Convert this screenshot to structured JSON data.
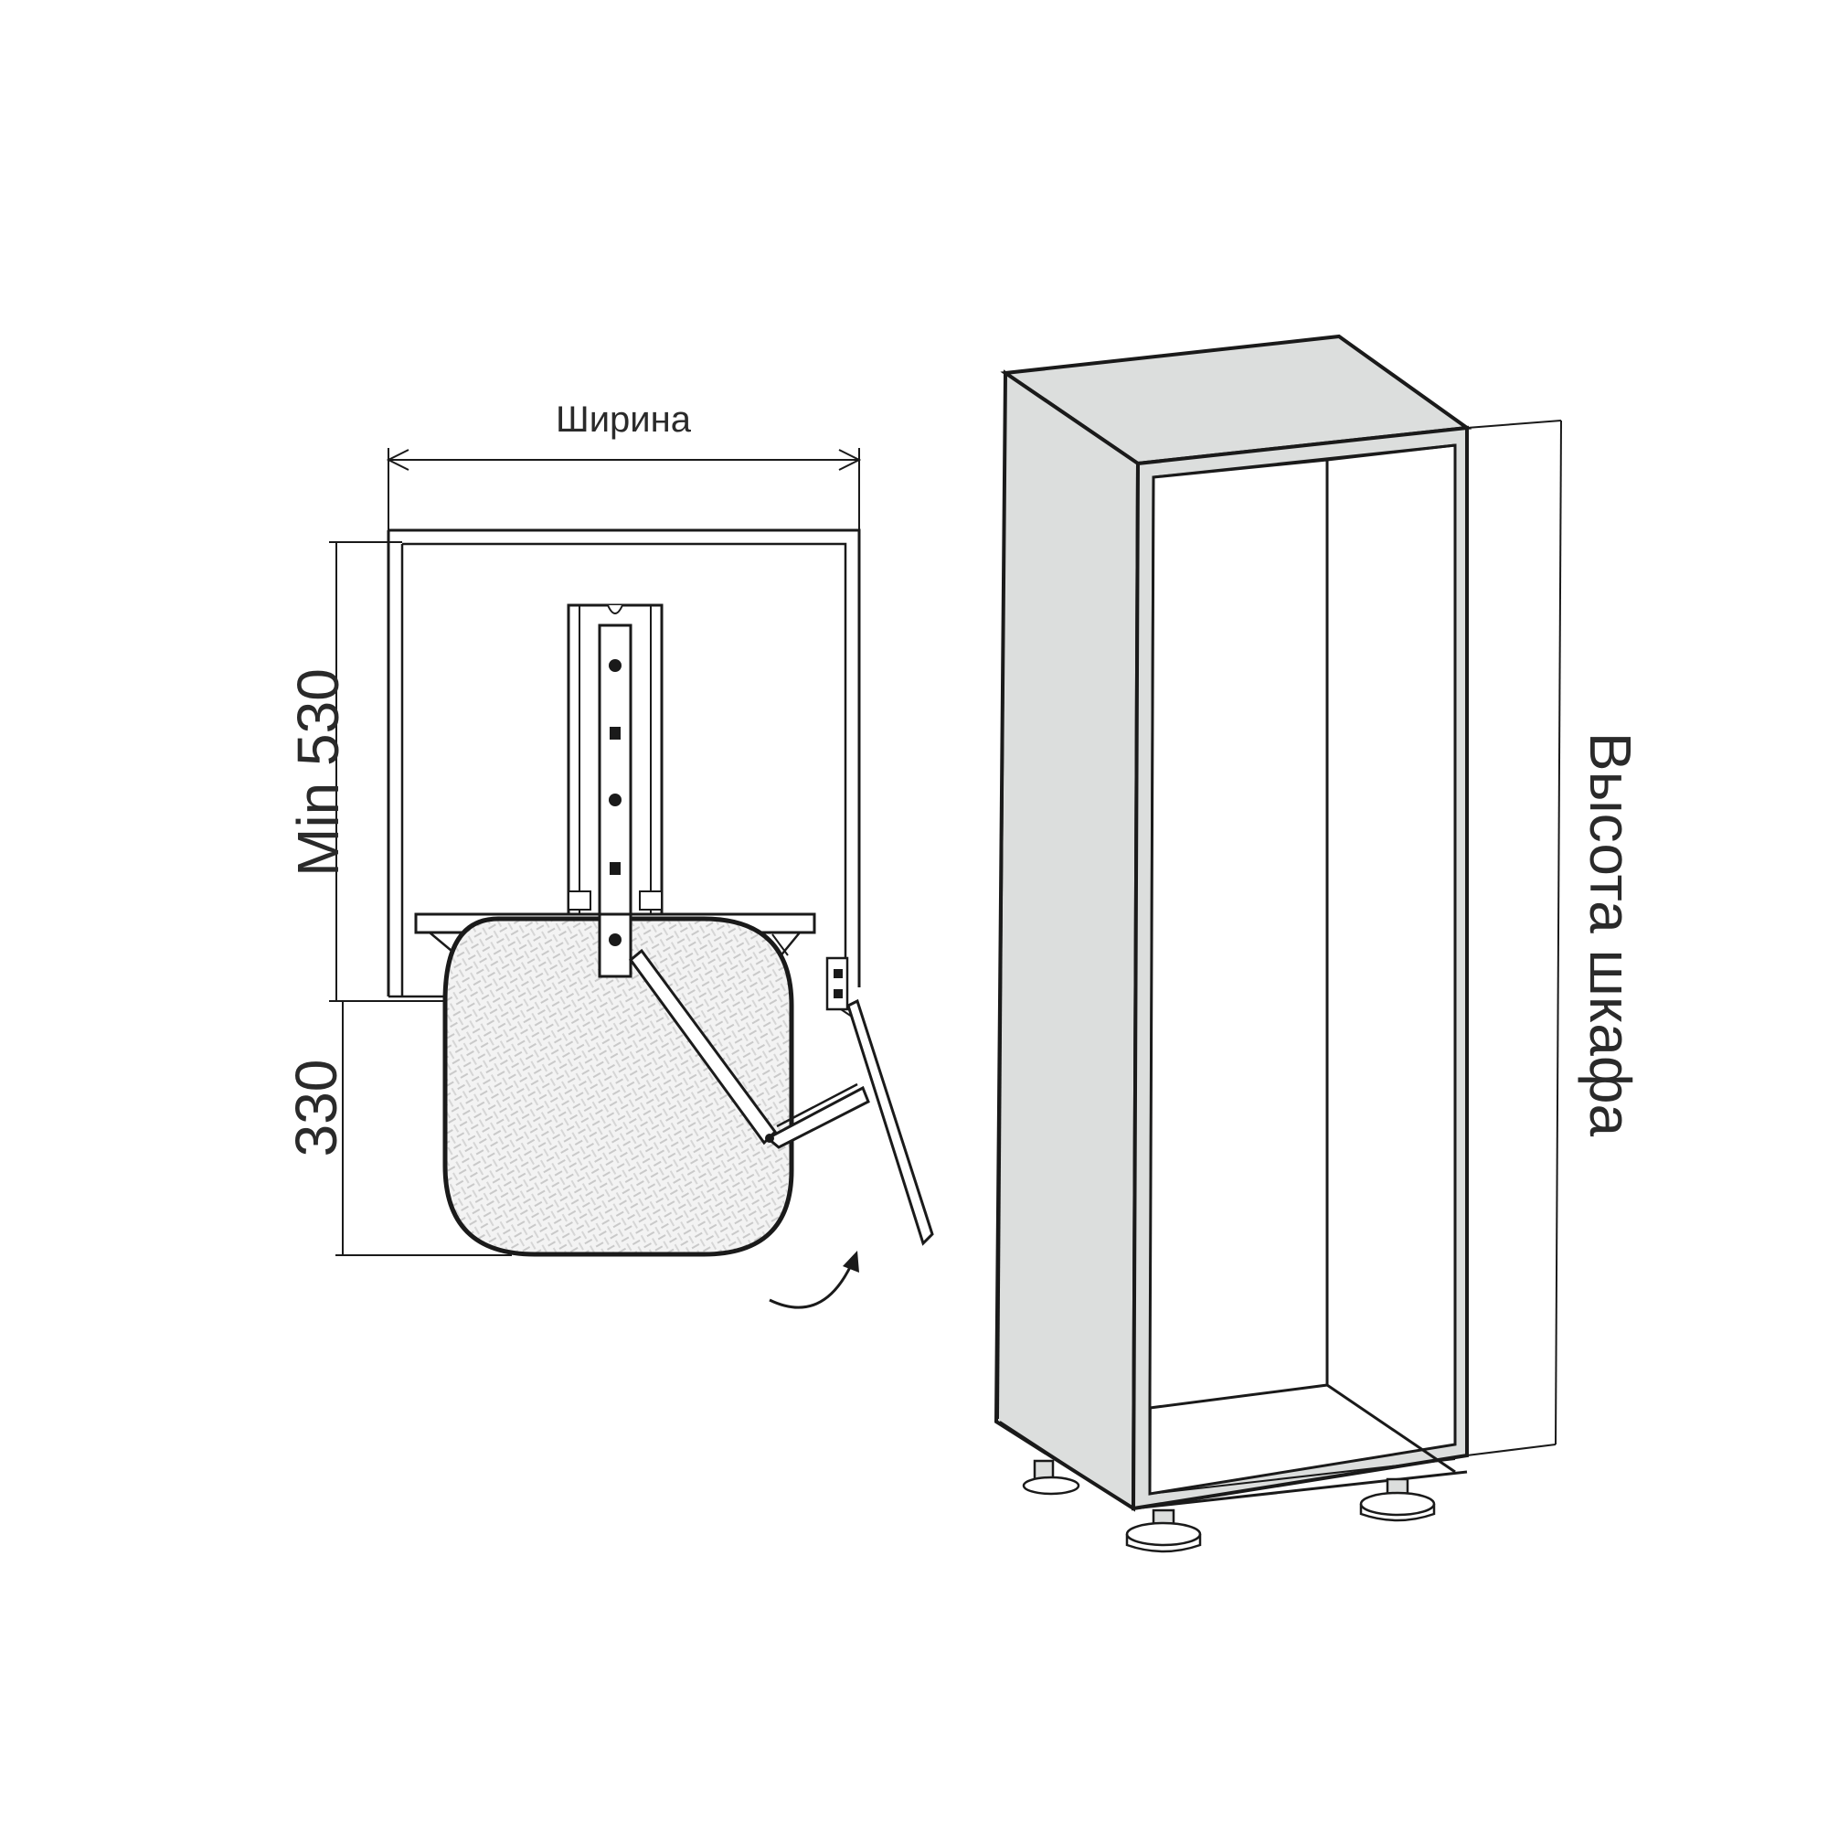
{
  "diagram": {
    "labels": {
      "width": "Ширина",
      "min_height": "Min 530",
      "lift_height": "330",
      "cabinet_height": "Высота шкафа"
    },
    "colors": {
      "line": "#1a1a1a",
      "cabinet_fill": "#dcdedd",
      "text": "#2a2a2a",
      "board_fill": "#efefef"
    }
  }
}
